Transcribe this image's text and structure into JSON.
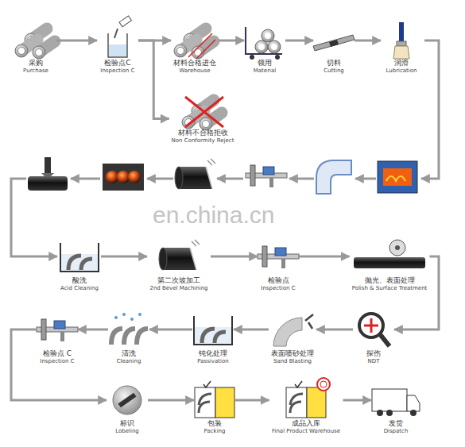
{
  "diagram": {
    "nodes": [
      {
        "text": [
          "采购",
          "Purchase"
        ]
      },
      {
        "text": [
          "检验点C",
          "Inspection C"
        ]
      },
      {
        "text": [
          "材料合格进仓",
          "Warehouse"
        ]
      },
      {
        "text": [
          "领用",
          "Material"
        ]
      },
      {
        "text": [
          "切料",
          "Cutting"
        ]
      },
      {
        "text": [
          "润滑",
          "Lubrication"
        ]
      },
      {
        "text": [
          "材料不合格拒收",
          "Non Conformity Reject"
        ]
      },
      {
        "text": [
          "酸洗",
          "Acid Cleaning"
        ]
      },
      {
        "text": [
          "第二次坡加工",
          "2nd Bevel Machining"
        ]
      },
      {
        "text": [
          "检验点",
          "Inspection C"
        ]
      },
      {
        "text": [
          "抛光、表面处理",
          "Polish & Surface Treatment"
        ]
      },
      {
        "text": [
          "探伤",
          "NDT"
        ]
      },
      {
        "text": [
          "表面喷砂处理",
          "Sand Blasting"
        ]
      },
      {
        "text": [
          "钝化处理",
          "Passivation"
        ]
      },
      {
        "text": [
          "清洗",
          "Cleaning"
        ]
      },
      {
        "text": [
          "检验点 C",
          "Inspection C"
        ]
      },
      {
        "text": [
          "标识",
          "Lobeling"
        ]
      },
      {
        "text": [
          "包装",
          "Packing"
        ]
      },
      {
        "text": [
          "成品入库",
          "Final Product Warehouse"
        ]
      },
      {
        "text": [
          "发货",
          "Dispatch"
        ]
      }
    ],
    "edges": [
      {
        "from": 0,
        "to": 1,
        "arrow": "to"
      },
      {
        "from": 1,
        "to": 2,
        "arrow": "to"
      },
      {
        "from": 2,
        "to": 3,
        "arrow": "to"
      },
      {
        "from": 3,
        "to": 4,
        "arrow": "to"
      },
      {
        "from": 4,
        "to": 5,
        "arrow": "to"
      },
      {
        "from": 1,
        "to": 6,
        "arrow": "to"
      },
      {
        "from": 7,
        "to": 8,
        "arrow": "to"
      },
      {
        "from": 8,
        "to": 9,
        "arrow": "to"
      },
      {
        "from": 9,
        "to": 10,
        "arrow": "to"
      },
      {
        "from": 10,
        "to": 11,
        "arrow": "to"
      },
      {
        "from": 11,
        "to": 12,
        "arrow": "to"
      },
      {
        "from": 12,
        "to": 13,
        "arrow": "to"
      },
      {
        "from": 13,
        "to": 14,
        "arrow": "to"
      },
      {
        "from": 14,
        "to": 15,
        "arrow": "to"
      },
      {
        "from": 15,
        "to": 16,
        "arrow": "to"
      },
      {
        "from": 16,
        "to": 17,
        "arrow": "to"
      },
      {
        "from": 17,
        "to": 18,
        "arrow": "to"
      },
      {
        "from": 18,
        "to": 19,
        "arrow": "to"
      }
    ],
    "labels": [
      "en.china.cn"
    ]
  }
}
